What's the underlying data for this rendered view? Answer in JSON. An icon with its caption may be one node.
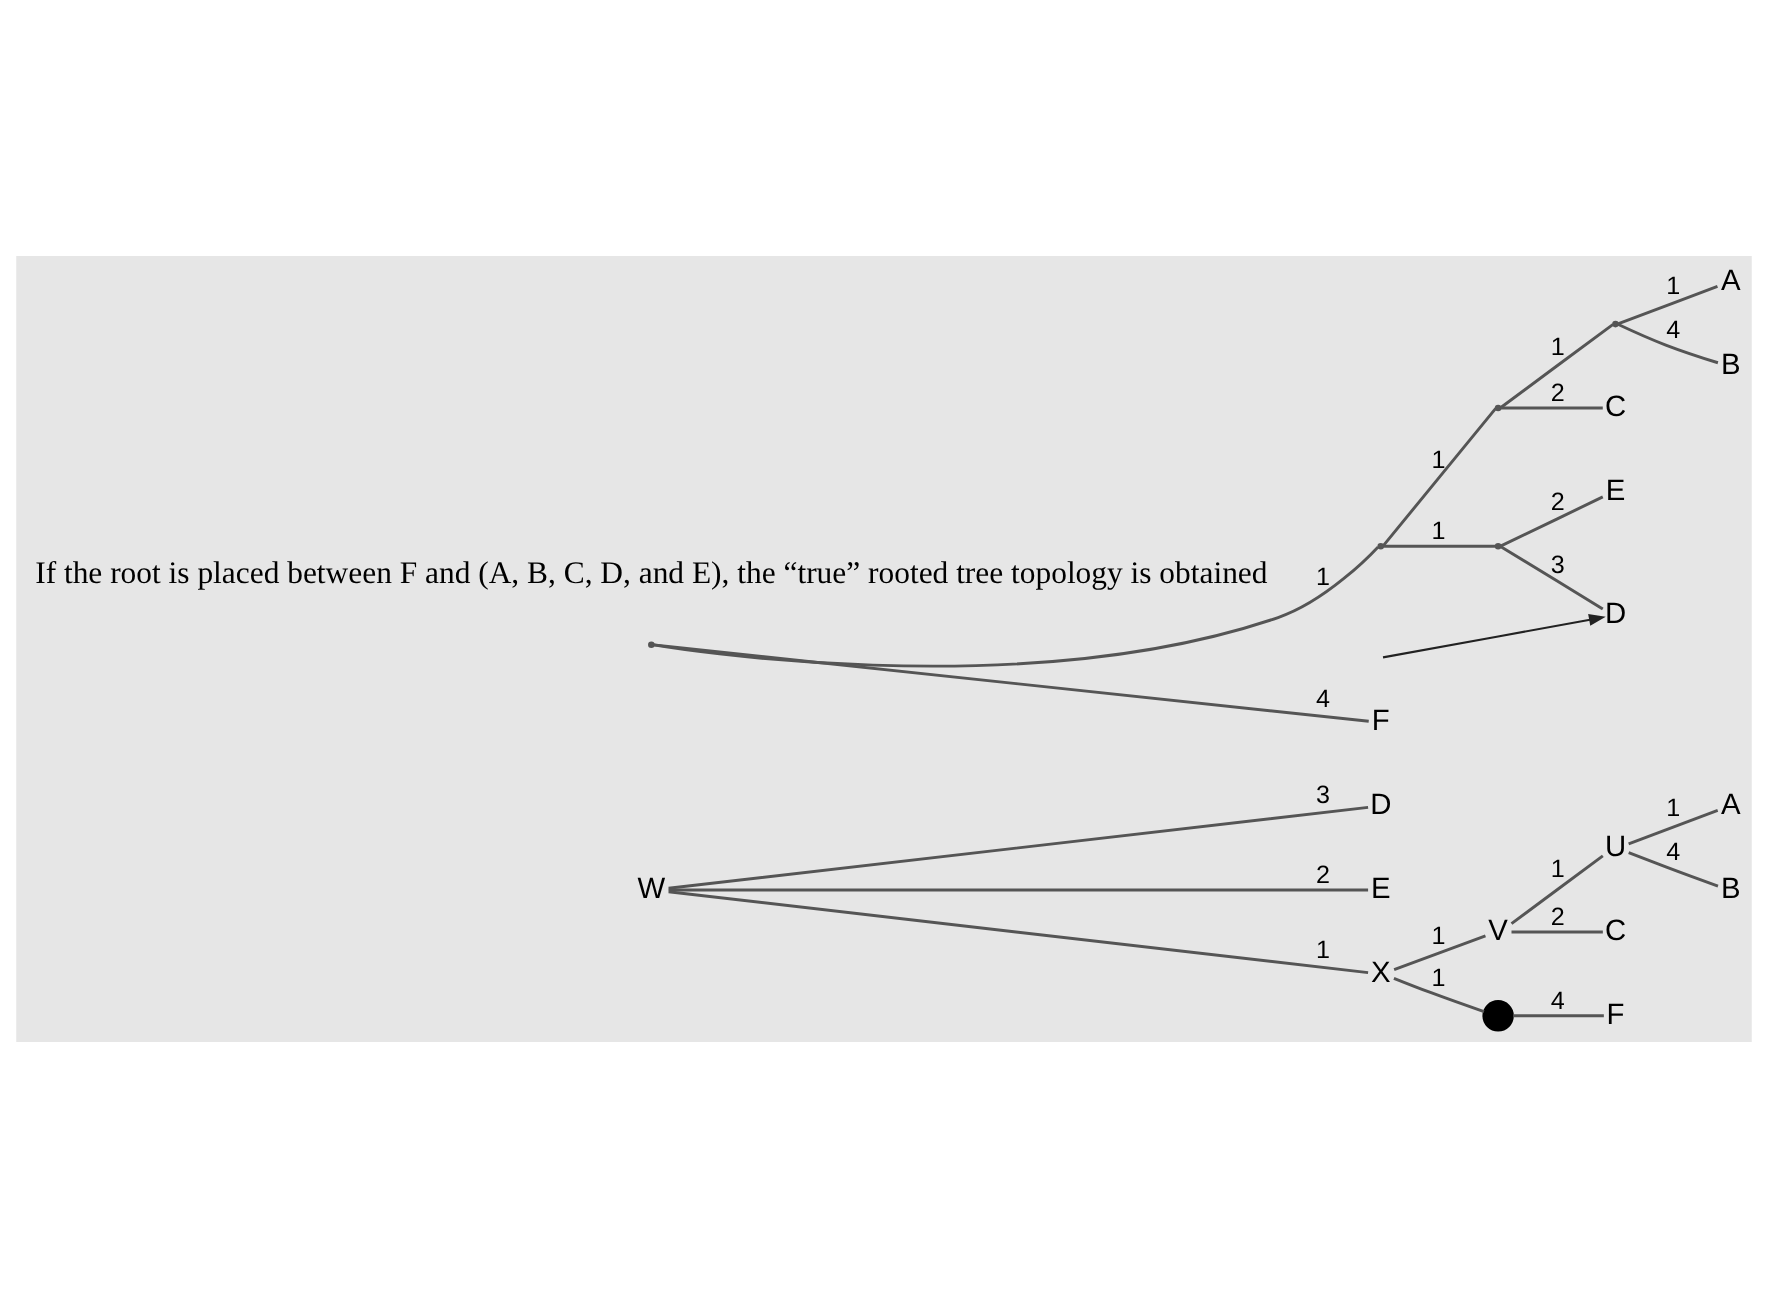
{
  "diagram": {
    "nodes": [
      {
        "text": [
          "D"
        ]
      },
      {
        "text": [
          "E"
        ]
      },
      {
        "text": [
          "W"
        ]
      },
      {
        "text": [
          "X"
        ]
      },
      {
        "text": [
          "V"
        ]
      },
      {
        "text": [
          "U"
        ]
      },
      {
        "text": [
          "A"
        ]
      },
      {
        "text": [
          "B"
        ]
      },
      {
        "text": [
          "C"
        ]
      },
      {
        "text": [
          "F"
        ]
      },
      {
        "text": [],
        "shape": "circle"
      },
      {
        "text": [],
        "shape": "point"
      },
      {
        "text": [],
        "shape": "point"
      },
      {
        "text": [],
        "shape": "point"
      },
      {
        "text": [],
        "shape": "point"
      },
      {
        "text": [],
        "shape": "point"
      },
      {
        "text": [
          "A"
        ]
      },
      {
        "text": [
          "B"
        ]
      },
      {
        "text": [
          "C"
        ]
      },
      {
        "text": [
          "D"
        ]
      },
      {
        "text": [
          "E"
        ]
      },
      {
        "text": [
          "F"
        ]
      }
    ],
    "edges": [
      {
        "from": 2,
        "to": 0,
        "arrow": "none",
        "label": "3"
      },
      {
        "from": 2,
        "to": 1,
        "arrow": "none",
        "label": "2"
      },
      {
        "from": 2,
        "to": 3,
        "arrow": "none",
        "label": "1"
      },
      {
        "from": 3,
        "to": 4,
        "arrow": "none",
        "label": "1"
      },
      {
        "from": 4,
        "to": 5,
        "arrow": "none",
        "label": "1"
      },
      {
        "from": 5,
        "to": 6,
        "arrow": "none",
        "label": "1"
      },
      {
        "from": 5,
        "to": 7,
        "arrow": "none",
        "label": "4"
      },
      {
        "from": 4,
        "to": 8,
        "arrow": "none",
        "label": "2"
      },
      {
        "from": 3,
        "to": 10,
        "arrow": "none",
        "label": "1"
      },
      {
        "from": 10,
        "to": 9,
        "arrow": "none",
        "label": "4"
      },
      {
        "from": 11,
        "to": 12,
        "arrow": "none",
        "label": "1"
      },
      {
        "from": 11,
        "to": 21,
        "arrow": "none",
        "label": "4"
      },
      {
        "from": 12,
        "to": 13,
        "arrow": "none",
        "label": "1"
      },
      {
        "from": 12,
        "to": 15,
        "arrow": "none",
        "label": "1"
      },
      {
        "from": 13,
        "to": 14,
        "arrow": "none",
        "label": "1"
      },
      {
        "from": 13,
        "to": 18,
        "arrow": "none",
        "label": "2"
      },
      {
        "from": 14,
        "to": 16,
        "arrow": "none",
        "label": "1"
      },
      {
        "from": 14,
        "to": 17,
        "arrow": "none",
        "label": "4"
      },
      {
        "from": 15,
        "to": 19,
        "arrow": "none",
        "label": "3"
      },
      {
        "from": 15,
        "to": 20,
        "arrow": "none",
        "label": "2"
      },
      {
        "from": null,
        "to": 19,
        "arrow": "to"
      }
    ],
    "labels": [
      "If the root is placed between F and (A, B, C, D, and E), the “true” rooted tree topology is obtained"
    ]
  }
}
